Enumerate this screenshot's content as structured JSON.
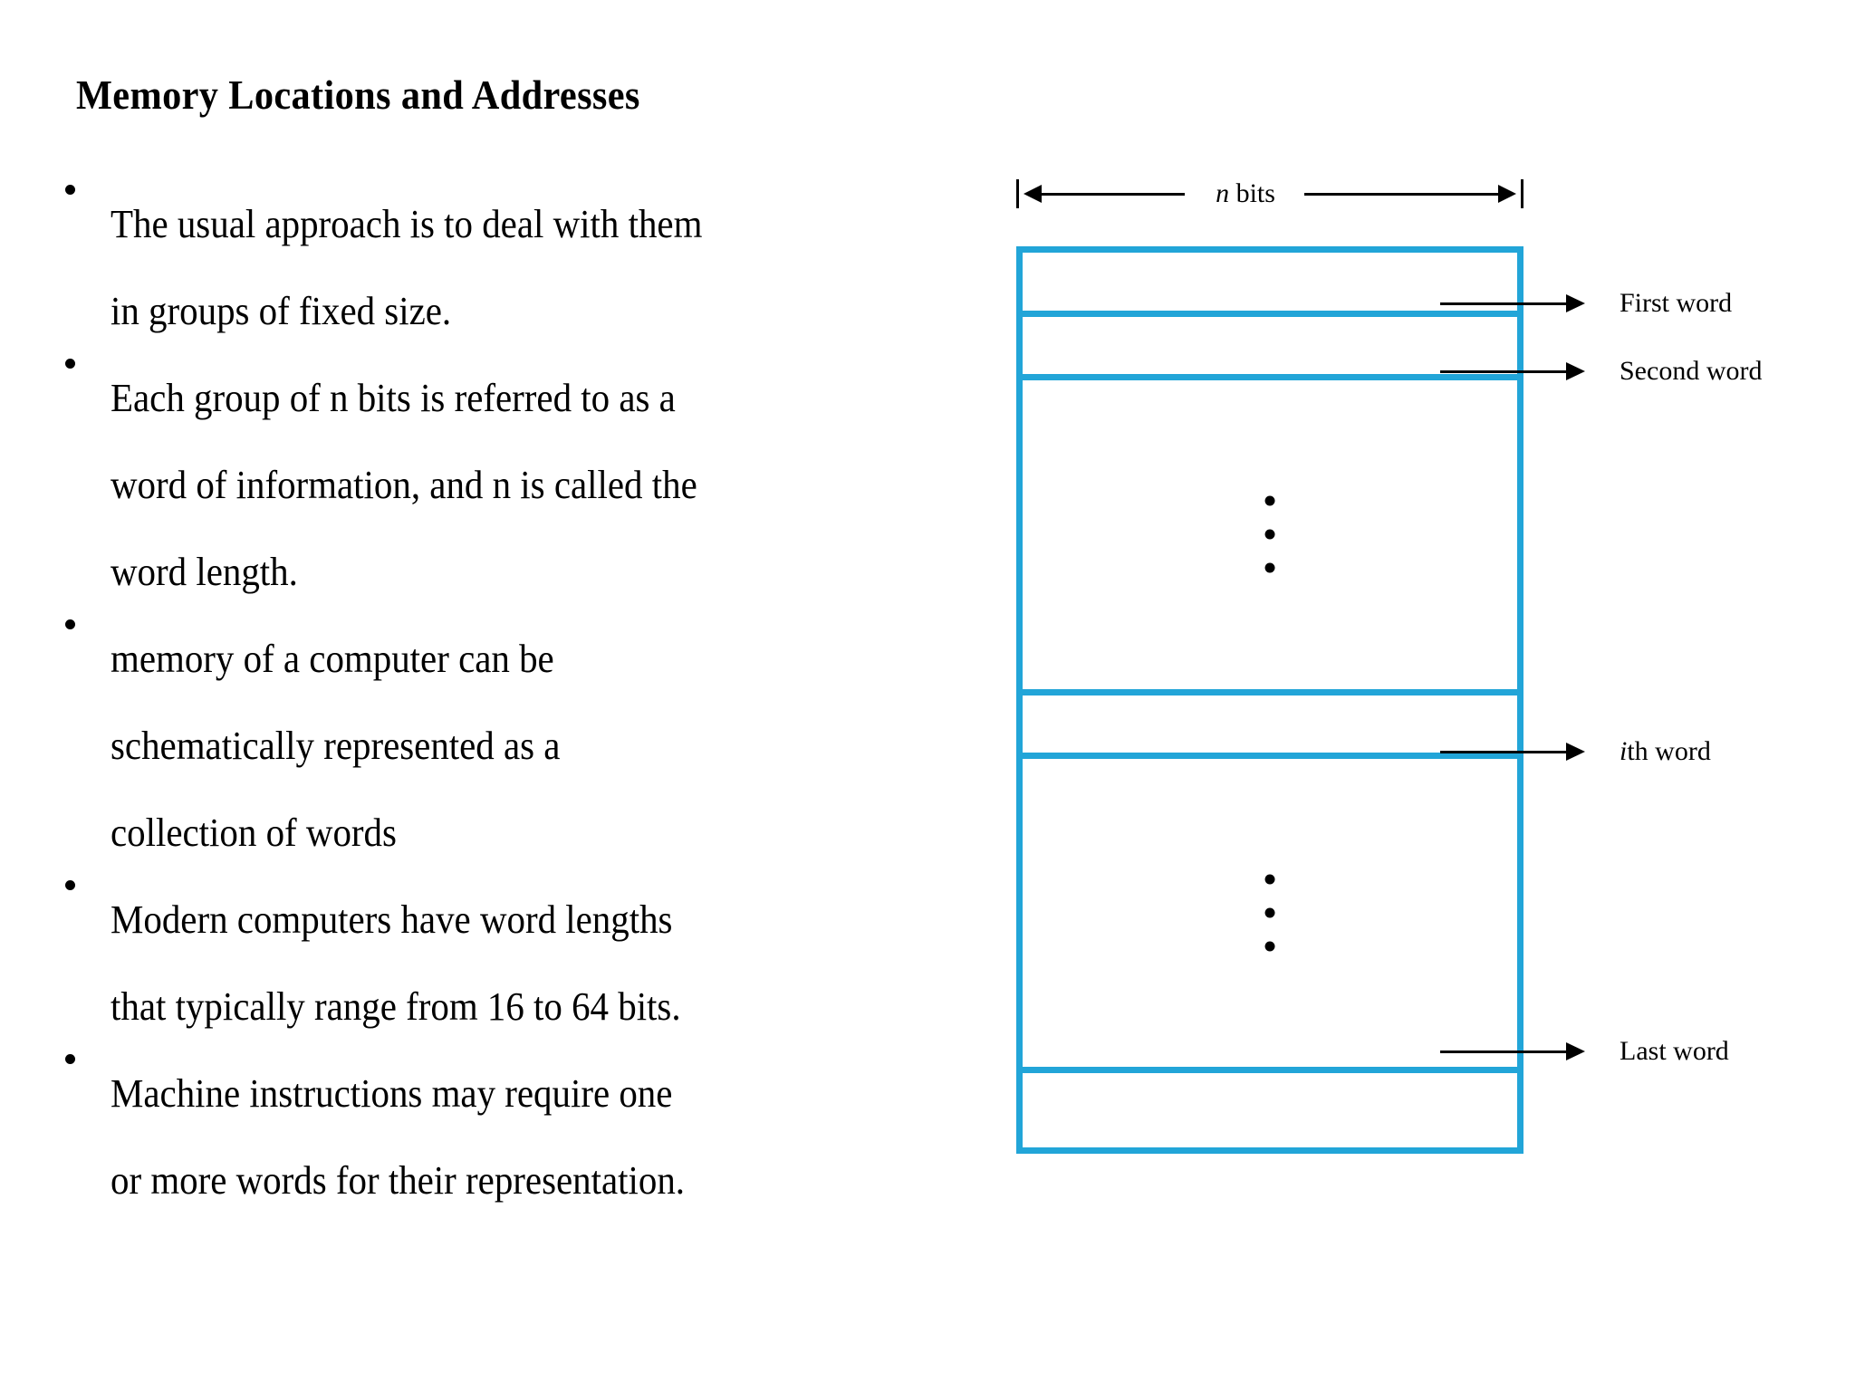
{
  "slide": {
    "title": "Memory Locations and Addresses",
    "bullets": [
      "The usual approach is to deal with them\nin groups of fixed size.",
      "Each group of n bits is referred to as a\nword of information, and n is called the\nword length.",
      "memory of a computer can be\nschematically represented as a\ncollection of words",
      "Modern computers have word lengths\nthat typically range from 16 to 64 bits.",
      "Machine instructions may require one\nor more words for their representation."
    ]
  },
  "diagram": {
    "width_label": {
      "symbol": "n",
      "unit": "bits",
      "full": "n bits"
    },
    "rows": [
      {
        "id": "first",
        "label": "First word",
        "label_symbol": "",
        "label_rest": "First word",
        "has_dots": false
      },
      {
        "id": "second",
        "label": "Second word",
        "label_symbol": "",
        "label_rest": "Second word",
        "has_dots": false
      },
      {
        "id": "gap-upper",
        "label": "",
        "label_symbol": "",
        "label_rest": "",
        "has_dots": true
      },
      {
        "id": "ith",
        "label": "ith word",
        "label_symbol": "i",
        "label_rest": "th word",
        "has_dots": false
      },
      {
        "id": "gap-lower",
        "label": "",
        "label_symbol": "",
        "label_rest": "",
        "has_dots": true
      },
      {
        "id": "last",
        "label": "Last word",
        "label_symbol": "",
        "label_rest": "Last word",
        "has_dots": false
      }
    ],
    "vertical_dots_count": 3,
    "colors": {
      "box_border": "#22a5d8",
      "line": "#000000",
      "background": "#ffffff"
    }
  }
}
